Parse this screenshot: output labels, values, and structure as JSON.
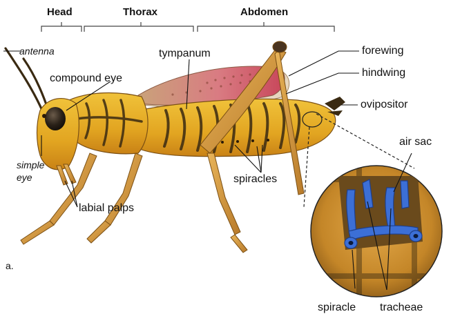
{
  "regions": {
    "head": "Head",
    "thorax": "Thorax",
    "abdomen": "Abdomen"
  },
  "labels": {
    "antenna": "antenna",
    "compound_eye": "compound eye",
    "simple_eye_line1": "simple",
    "simple_eye_line2": "eye",
    "labial_palps": "labial palps",
    "tympanum": "tympanum",
    "forewing": "forewing",
    "hindwing": "hindwing",
    "ovipositor": "ovipositor",
    "spiracles": "spiracles",
    "air_sac": "air sac",
    "spiracle": "spiracle",
    "tracheae": "tracheae"
  },
  "panel_letter": "a.",
  "colors": {
    "body_yellow": "#e8b422",
    "body_orange": "#d98a1c",
    "stripe_dark": "#3a2a12",
    "wing_red": "#c8465a",
    "wing_tan": "#c9a27a",
    "trachea_blue": "#3c6fd6",
    "inset_bg": "#c98a2a"
  }
}
